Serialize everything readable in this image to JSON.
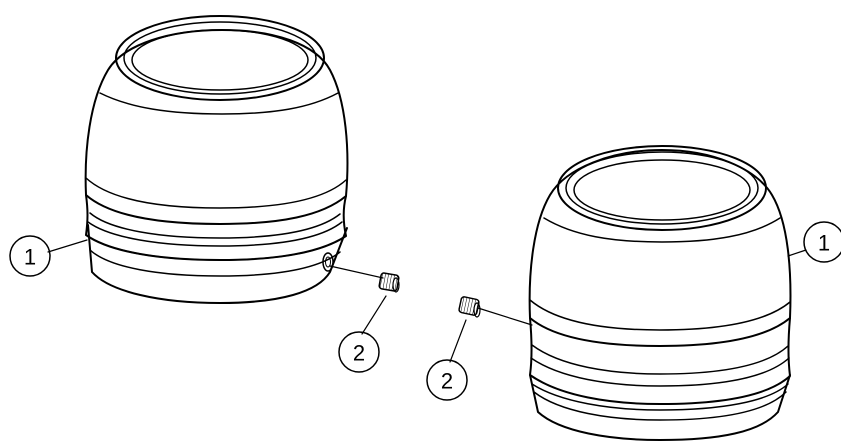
{
  "callouts": {
    "left_part_1": "1",
    "left_part_2": "2",
    "right_part_1": "1",
    "right_part_2": "2"
  },
  "colors": {
    "ink": "#000000",
    "fill": "#ffffff",
    "inner_shade": "#f2f2f2"
  },
  "icons": [
    "cover-hood-left",
    "cover-hood-right",
    "set-screw-left",
    "set-screw-right"
  ]
}
